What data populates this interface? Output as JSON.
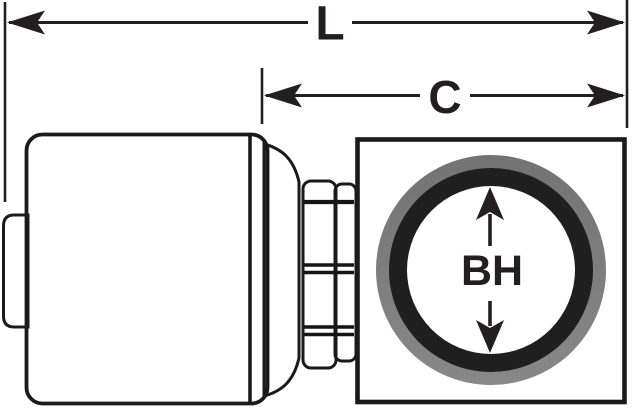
{
  "diagram": {
    "labels": {
      "overall_length": "L",
      "cutoff_length": "C",
      "bore_height": "BH"
    },
    "colors": {
      "dimension_line": "#231f20",
      "part_outline": "#1a1a1a",
      "metal_highlight": "#f7f7f7",
      "metal_shadow": "#6b6b6b",
      "block_top": "#d6d6d6",
      "block_bottom": "#565656",
      "counterbore_ring_gray": "#7c7c7c",
      "bore_ring_black": "#1f1f1f",
      "bore_fill": "#ffffff"
    }
  }
}
